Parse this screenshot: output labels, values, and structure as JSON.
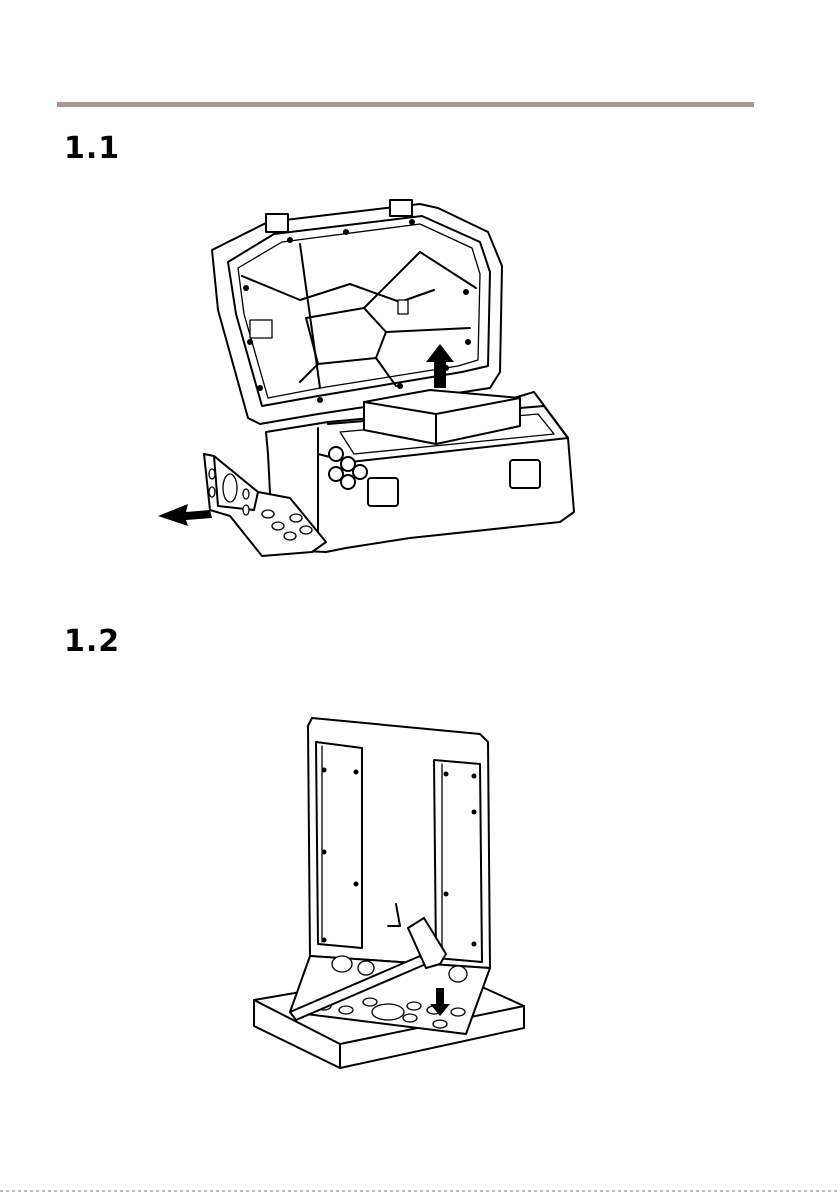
{
  "steps": [
    {
      "number": "1.1"
    },
    {
      "number": "1.2"
    }
  ],
  "figures": [
    {
      "depicts": "open-enclosure-lifting-box-and-sliding-out-bracket"
    },
    {
      "depicts": "bracket-knockout-removed-with-hammer"
    }
  ],
  "colors": {
    "rule": "#a99b94",
    "line": "#000000",
    "background": "#ffffff"
  }
}
